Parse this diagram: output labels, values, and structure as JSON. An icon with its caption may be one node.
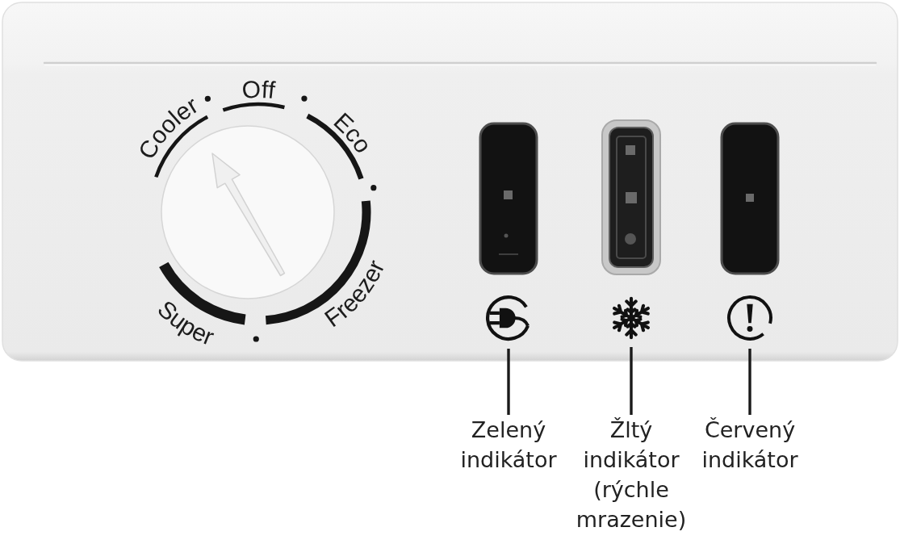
{
  "diagram": {
    "nodes": [
      {
        "text": [],
        "shape": "picture"
      },
      {
        "text": [],
        "shape": "picture"
      },
      {
        "text": [],
        "shape": "picture"
      },
      {
        "text": [
          "Zelený indikátor"
        ]
      },
      {
        "text": [
          "Žltý indikátor (rýchle mrazenie)"
        ]
      },
      {
        "text": [
          "Červený indikátor"
        ]
      }
    ],
    "edges": [
      {
        "from": 3,
        "to": 0,
        "arrow": "none"
      },
      {
        "from": 4,
        "to": 1,
        "arrow": "none"
      },
      {
        "from": 5,
        "to": 2,
        "arrow": "none"
      }
    ],
    "labels": [
      "Cooler",
      "Off",
      "Eco",
      "Freezer",
      "Super"
    ]
  }
}
